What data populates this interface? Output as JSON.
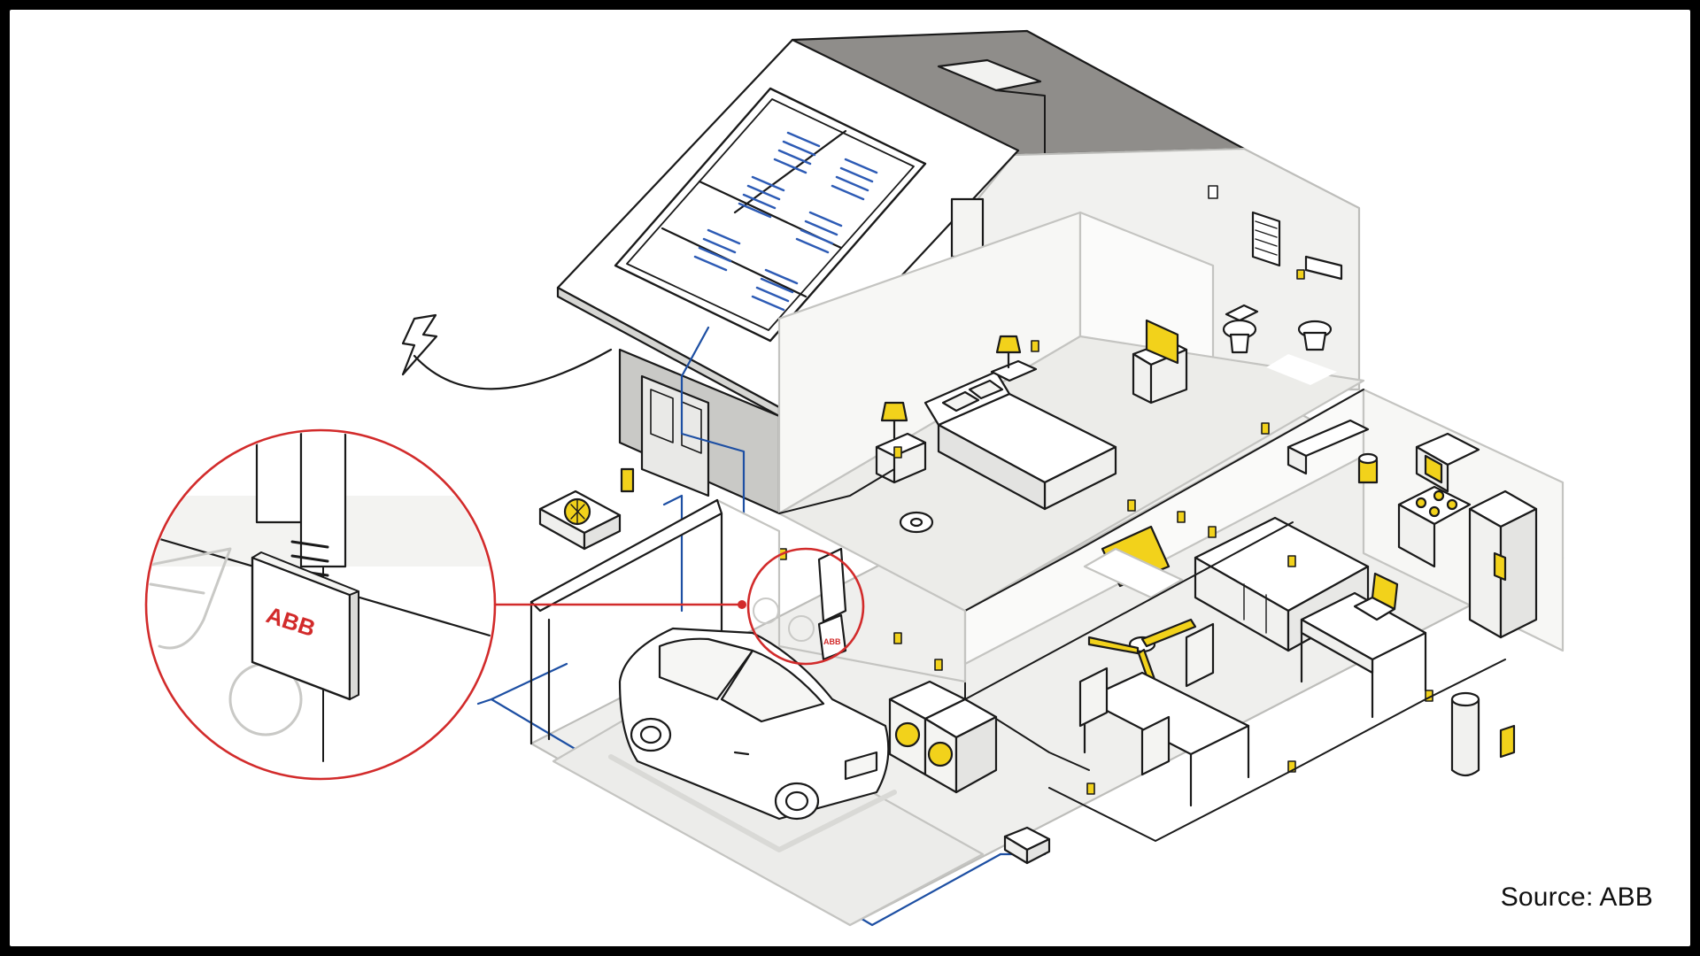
{
  "caption": {
    "source": "Source: ABB"
  },
  "logo": {
    "brand_big": "ABB",
    "brand_small": "ABB"
  },
  "colors": {
    "outline": "#1a1a1a",
    "floor": "#ececea",
    "wall": "#f7f7f5",
    "roof_dark": "#8f8d8a",
    "roof_light": "#ffffff",
    "accent_yellow": "#f2d21b",
    "solar_blue": "#2d5bb5",
    "wire_blue": "#1d4fa3",
    "callout_red": "#d22b2b"
  },
  "icons": [
    "lightning-icon",
    "solar-panel-icon",
    "abb-inverter-icon",
    "car-icon",
    "ceiling-fan-icon",
    "washer-icon",
    "dryer-icon",
    "laptop-icon",
    "tv-icon",
    "lamp-icon",
    "fridge-icon",
    "ac-unit-icon",
    "toilet-icon"
  ]
}
